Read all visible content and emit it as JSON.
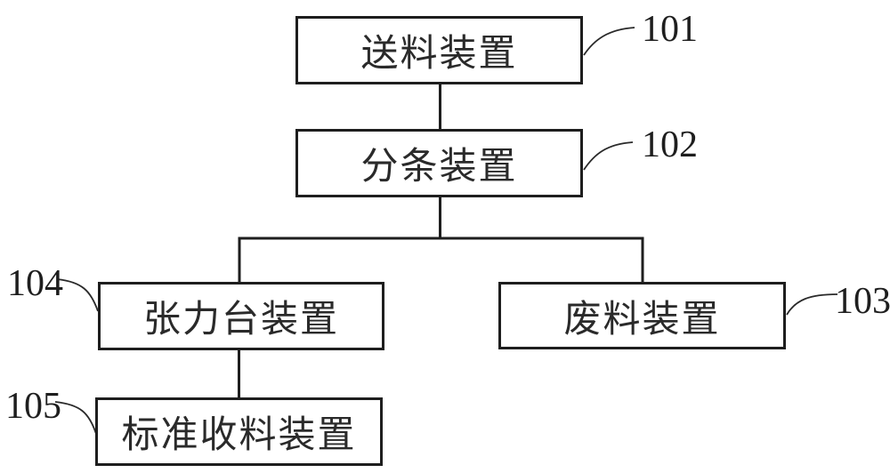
{
  "figure": {
    "type": "block-diagram",
    "background_color": "#ffffff",
    "line_color": "#1e1e1e",
    "nodes": [
      {
        "ref": "101",
        "label": "送料装置"
      },
      {
        "ref": "102",
        "label": "分条装置"
      },
      {
        "ref": "104",
        "label": "张力台装置"
      },
      {
        "ref": "103",
        "label": "废料装置"
      },
      {
        "ref": "105",
        "label": "标准收料装置"
      }
    ],
    "edges": [
      {
        "from": "101",
        "to": "102"
      },
      {
        "from": "102",
        "to": "104"
      },
      {
        "from": "102",
        "to": "103"
      },
      {
        "from": "104",
        "to": "105"
      }
    ]
  }
}
